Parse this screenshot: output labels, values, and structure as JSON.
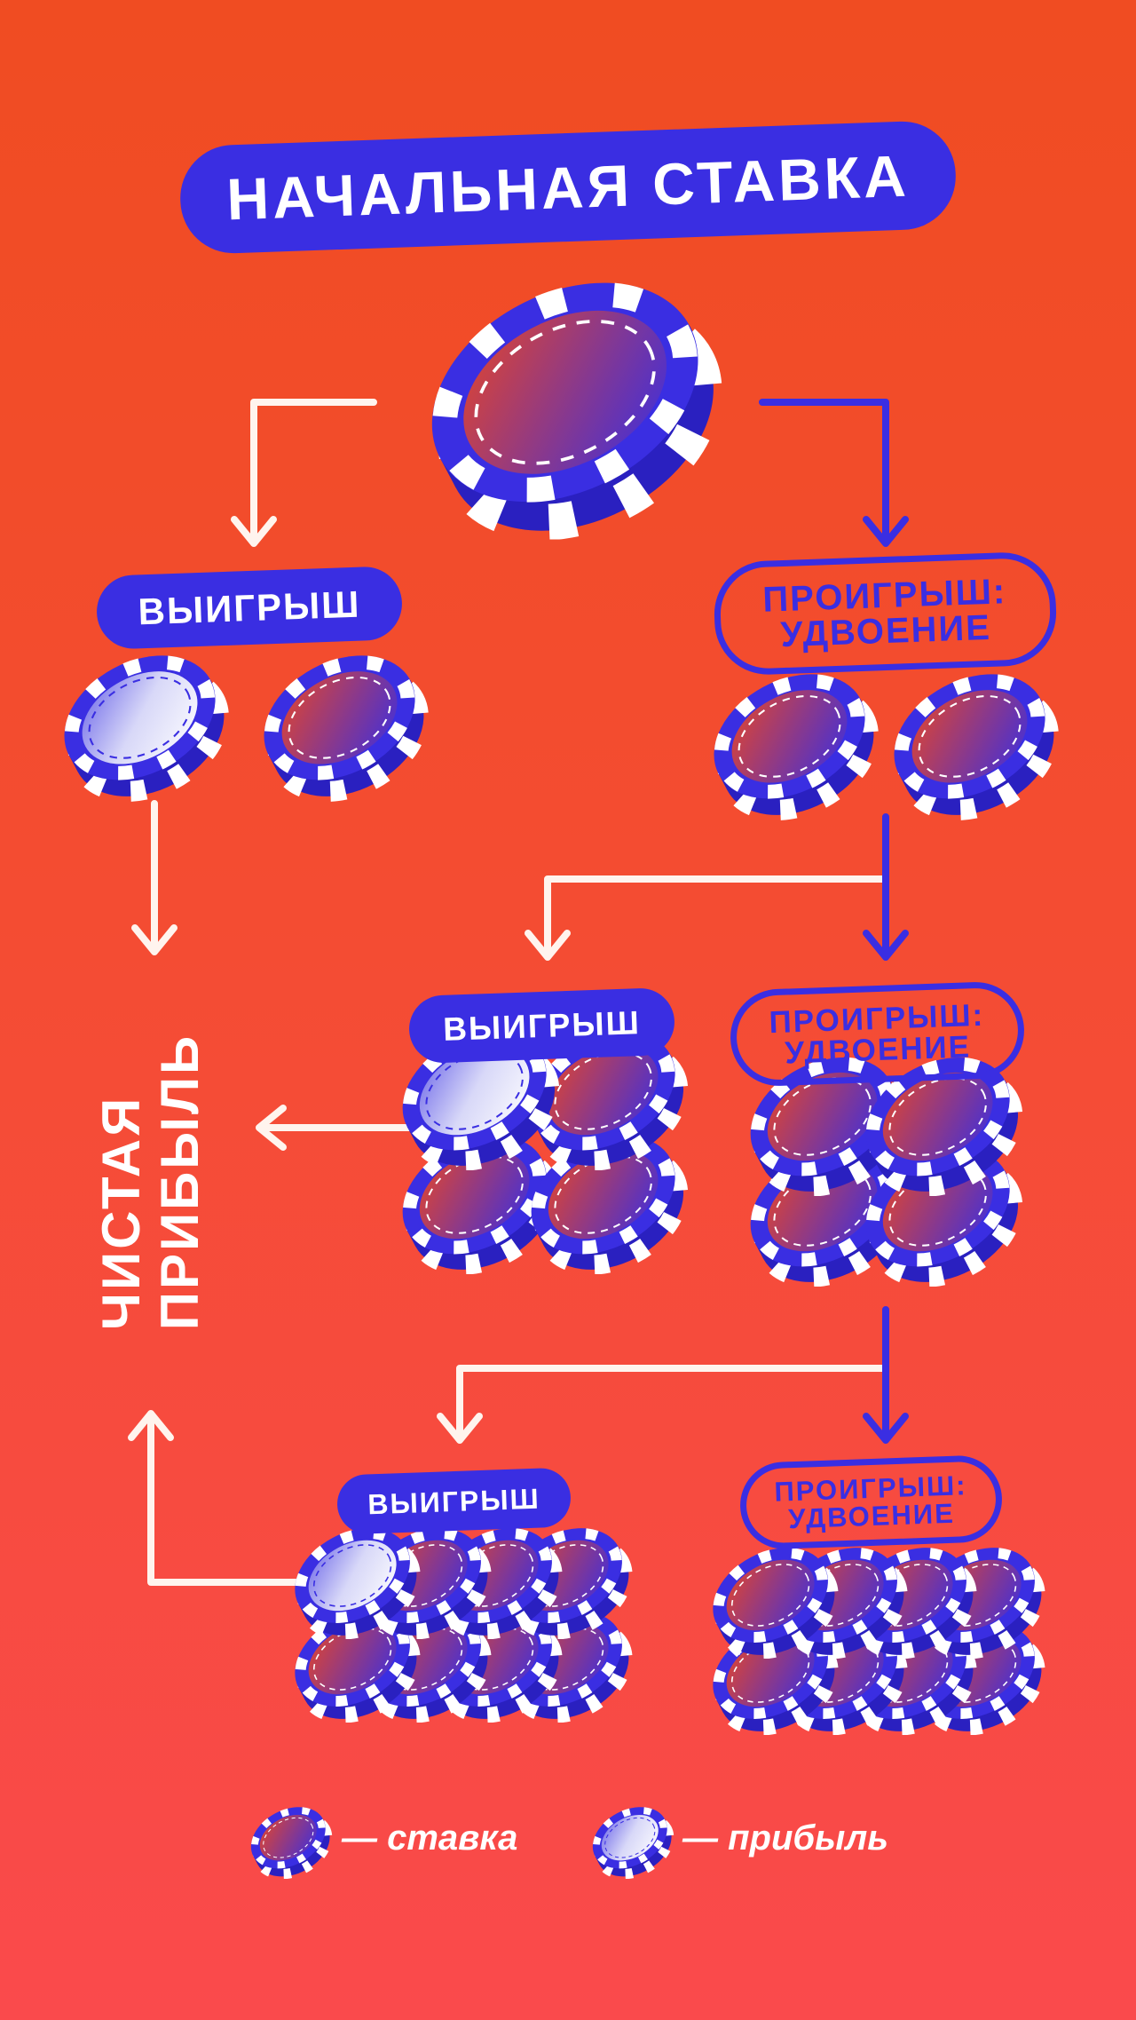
{
  "title": "НАЧАЛЬНАЯ СТАВКА",
  "branches": [
    {
      "win": "ВЫИГРЫШ",
      "loss_line1": "ПРОИГРЫШ:",
      "loss_line2": "УДВОЕНИЕ"
    },
    {
      "win": "ВЫИГРЫШ",
      "loss_line1": "ПРОИГРЫШ:",
      "loss_line2": "УДВОЕНИЕ"
    },
    {
      "win": "ВЫИГРЫШ",
      "loss_line1": "ПРОИГРЫШ:",
      "loss_line2": "УДВОЕНИЕ"
    }
  ],
  "net_profit": {
    "line1": "ЧИСТАЯ",
    "line2": "ПРИБЫЛЬ"
  },
  "legend": [
    {
      "icon": "bet-chip-icon",
      "label": "— ставка"
    },
    {
      "icon": "profit-chip-icon",
      "label": "— прибыль"
    }
  ],
  "colors": {
    "accent": "#3a2ee2",
    "arrow_white": "#fff4ee",
    "background_top": "#f04c22",
    "background_bottom": "#fa4a4c"
  }
}
